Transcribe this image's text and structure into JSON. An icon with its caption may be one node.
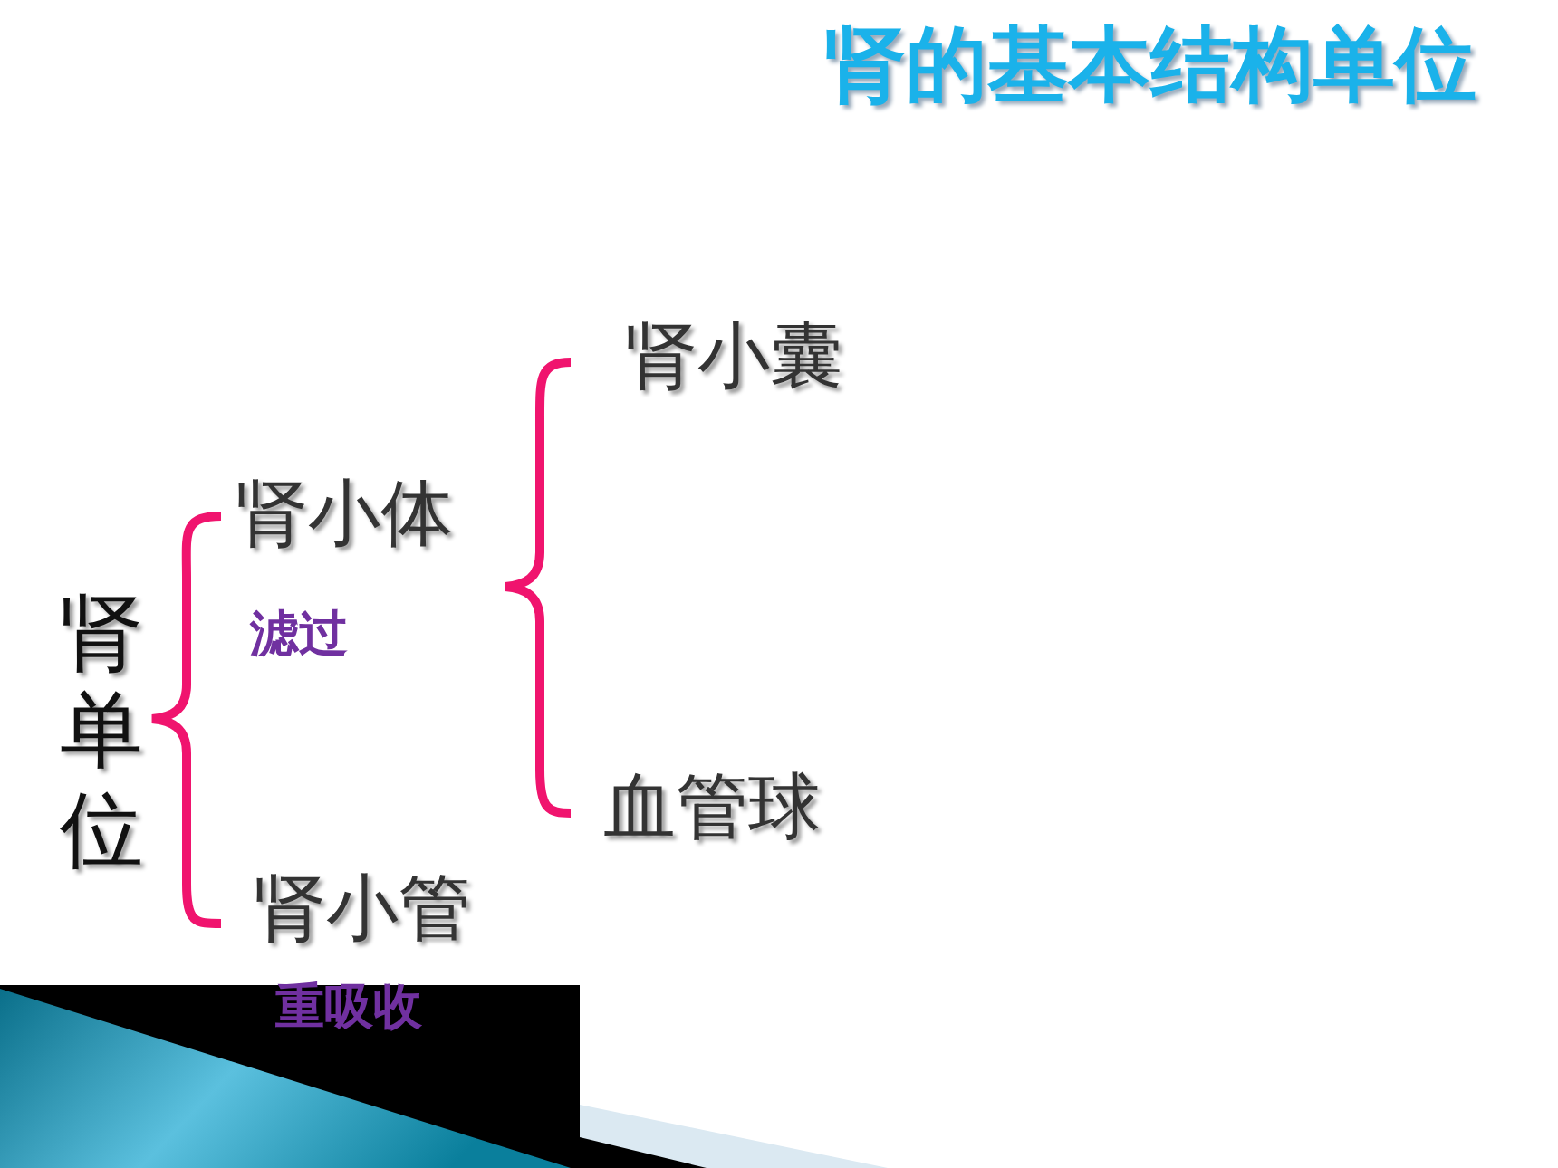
{
  "diagram": {
    "title": "肾的基本结构单位",
    "labels": [
      "肾小囊",
      "肾小体",
      "滤过",
      "肾单位",
      "血管球",
      "肾小管",
      "重吸收"
    ]
  }
}
